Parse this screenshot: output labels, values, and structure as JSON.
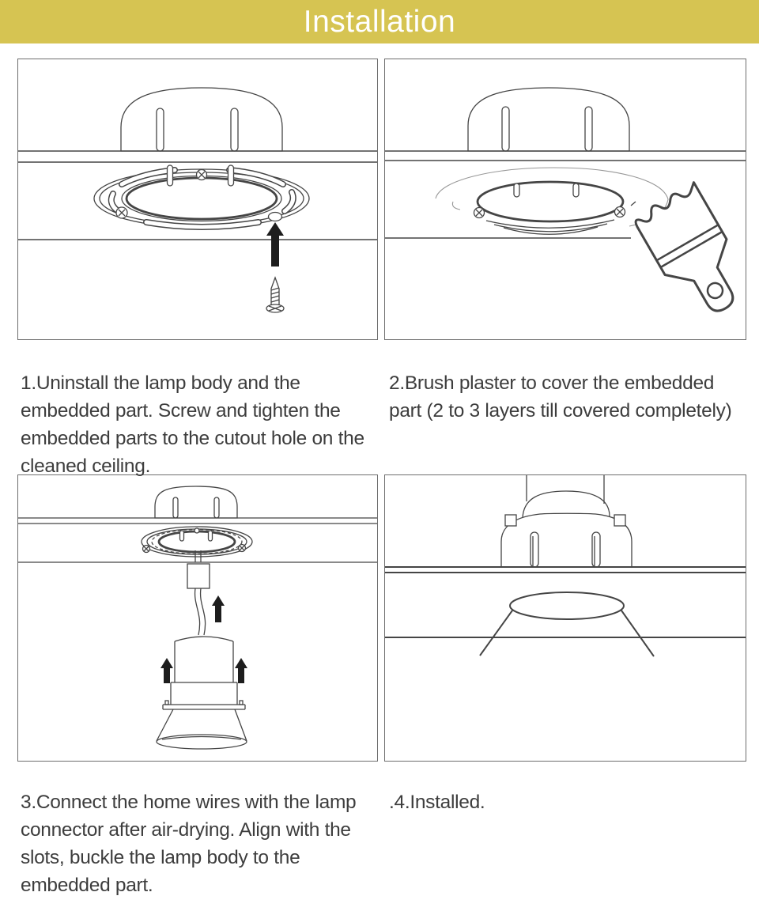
{
  "header": {
    "title": "Installation"
  },
  "colors": {
    "header_bg": "#d6c452",
    "header_text": "#ffffff",
    "caption_text": "#3d3d3d",
    "line_art": "#454545",
    "arrow_fill": "#1d1d1d",
    "panel_border": "#6e6e6e"
  },
  "steps": [
    {
      "id": 1,
      "caption": "1.Uninstall the lamp body and the embedded part. Screw and tighten the embedded parts to the cutout hole on the cleaned ceiling.",
      "diagram": "embedded-part-screwed-to-ceiling"
    },
    {
      "id": 2,
      "caption": "2.Brush plaster to cover the embedded part (2 to 3 layers till covered completely)",
      "diagram": "brush-plaster-over-embedded-part"
    },
    {
      "id": 3,
      "caption": "3.Connect the home wires with the lamp connector after air-drying. Align with the slots, buckle the lamp body to the embedded part.",
      "diagram": "connect-wires-and-buckle-lamp-body"
    },
    {
      "id": 4,
      "caption": ".4.Installed.",
      "diagram": "installed-lamp"
    }
  ]
}
